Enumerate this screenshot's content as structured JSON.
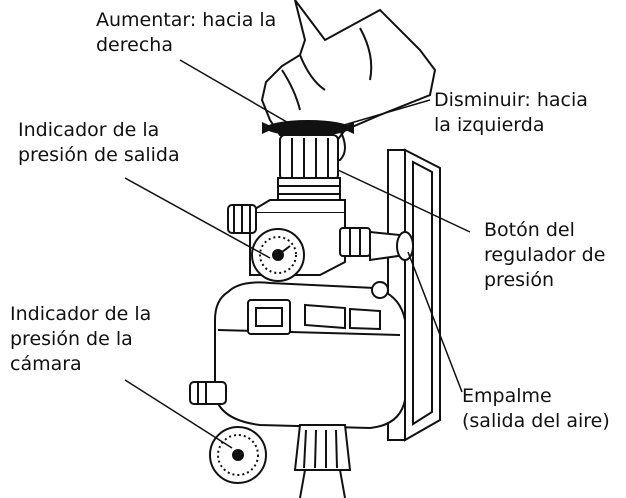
{
  "labels": {
    "increase": {
      "line1": "Aumentar: hacia la",
      "line2": "derecha"
    },
    "decrease": {
      "line1": "Disminuir: hacia",
      "line2": "la izquierda"
    },
    "output_gauge": {
      "line1": "Indicador de la",
      "line2": "presión de salida"
    },
    "regulator_knob": {
      "line1": "Botón del",
      "line2": "regulador de",
      "line3": "presión"
    },
    "chamber_gauge": {
      "line1": "Indicador de la",
      "line2": "presión de la",
      "line3": "cámara"
    },
    "fitting": {
      "line1": "Empalme",
      "line2": "(salida del aire)"
    }
  },
  "colors": {
    "ink": "#111111",
    "background": "#ffffff"
  }
}
